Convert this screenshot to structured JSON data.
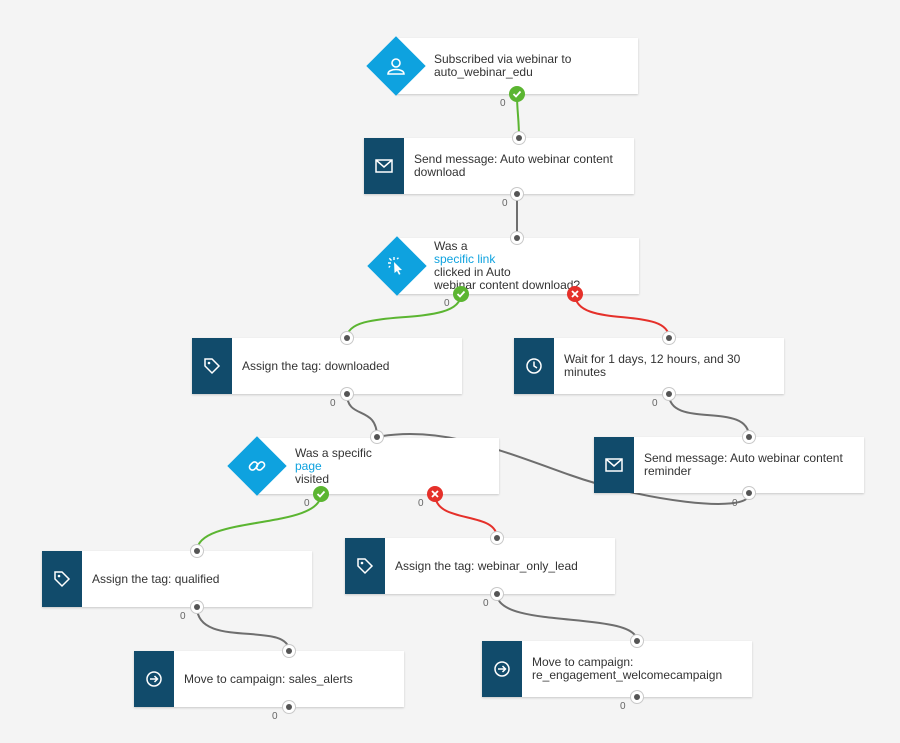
{
  "colors": {
    "accent": "#0ea2df",
    "action": "#114b6b",
    "yes": "#5bb531",
    "no": "#e5302a",
    "wire": "#6e6e6e"
  },
  "trigger": {
    "line1": "Subscribed via webinar to",
    "line2": "auto_webinar_edu",
    "count": "0"
  },
  "send1": {
    "line1": "Send message: Auto webinar content",
    "line2": "download",
    "count": "0"
  },
  "cond1": {
    "pre": "Was a ",
    "link": "specific link",
    "post": " clicked in Auto",
    "line2": "webinar content download?",
    "yes_count": "0"
  },
  "tag_downloaded": {
    "label": "Assign the tag: downloaded",
    "count": "0"
  },
  "wait": {
    "label": "Wait for 1 days, 12 hours, and 30 minutes",
    "count": "0"
  },
  "cond2": {
    "pre": "Was a specific ",
    "link": "page",
    "post": " visited",
    "yes_count": "0",
    "no_count": "0"
  },
  "send2": {
    "line1": "Send message: Auto webinar content",
    "line2": "reminder",
    "count": "0"
  },
  "tag_qualified": {
    "label": "Assign the tag: qualified",
    "count": "0"
  },
  "tag_webinar": {
    "label": "Assign the tag: webinar_only_lead",
    "count": "0"
  },
  "move_sales": {
    "label": "Move to campaign: sales_alerts",
    "count": "0"
  },
  "move_reengage": {
    "line1": "Move to campaign:",
    "line2": "re_engagement_welcomecampaign",
    "count": "0"
  }
}
